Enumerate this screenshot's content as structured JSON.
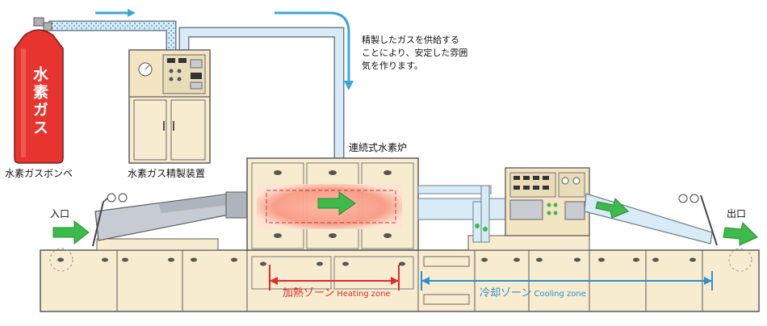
{
  "labels": {
    "cylinder_text": "水素ガス",
    "cylinder_caption": "水素ガスボンベ",
    "purifier_caption": "水素ガス精製装置",
    "furnace_caption": "連続式水素炉",
    "inlet": "入口",
    "outlet": "出口",
    "note_line1": "精製したガスを供給する",
    "note_line2": "ことにより、安定した雰囲",
    "note_line3": "気を作ります。"
  },
  "zones": {
    "heating_jp": "加熱ゾーン",
    "heating_en": "Heating zone",
    "cooling_jp": "冷却ゾーン",
    "cooling_en": "Cooling zone"
  },
  "colors": {
    "cylinder": "#e8342f",
    "panel": "#f8ecd0",
    "outline": "#5a5a5a",
    "pipe": "#d9ebf7",
    "pipe_outline": "#6a7d8c",
    "flow_arrow": "#3cba4a",
    "blue_arrow": "#3aa6de",
    "heat_glow": "#f6a08a",
    "heating_zone": "#e02a2a",
    "cooling_zone": "#2b8fd6",
    "screen": "#c8ccd2"
  }
}
